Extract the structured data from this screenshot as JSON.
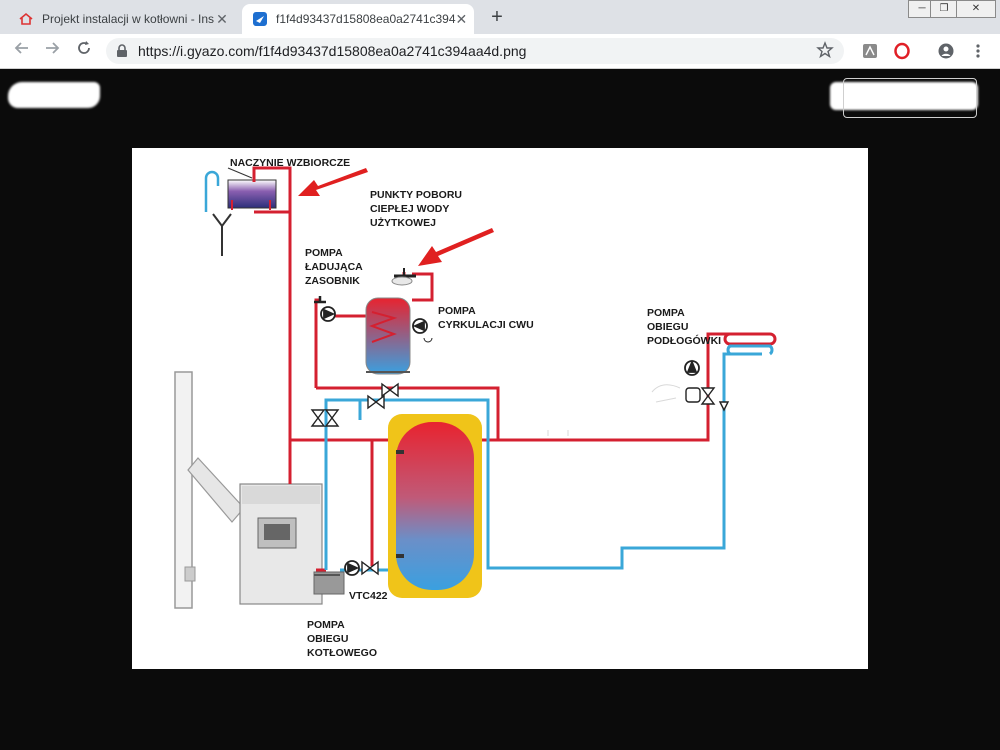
{
  "browser": {
    "tabs": [
      {
        "title": "Projekt instalacji w kotłowni - Ins",
        "active": false
      },
      {
        "title": "f1f4d93437d15808ea0a2741c394",
        "active": true
      }
    ],
    "close_glyph": "✕",
    "new_tab_glyph": "+",
    "url": "https://i.gyazo.com/f1f4d93437d15808ea0a2741c394aa4d.png",
    "window_controls": [
      "─",
      "❐",
      "✕"
    ]
  },
  "diagram": {
    "labels": {
      "expansion_vessel": "NACZYNIE WZBIORCZE",
      "tap_points": [
        "PUNKTY POBORU",
        "CIEPŁEJ WODY",
        "UŻYTKOWEJ"
      ],
      "loading_pump": [
        "POMPA",
        "ŁADUJĄCA",
        "ZASOBNIK"
      ],
      "circulation_pump": [
        "POMPA",
        "CYRKULACJI CWU"
      ],
      "floor_pump": [
        "POMPA",
        "OBIEGU",
        "PODŁOGÓWKI"
      ],
      "valve": "VTC422",
      "boiler_pump": [
        "POMPA",
        "OBIEGU",
        "KOTŁOWEGO"
      ]
    },
    "colors": {
      "hot": "#d42030",
      "cold": "#3aa7d8",
      "arrow": "#e02020",
      "tank_outline": "#f0c419"
    }
  },
  "icons": [
    "favicon-house-icon",
    "gyazo-icon",
    "back-arrow-icon",
    "forward-arrow-icon",
    "reload-icon",
    "lock-icon",
    "bookmark-star-icon",
    "pdf-extension-icon",
    "opera-extension-icon",
    "account-icon",
    "menu-kebab-icon"
  ]
}
